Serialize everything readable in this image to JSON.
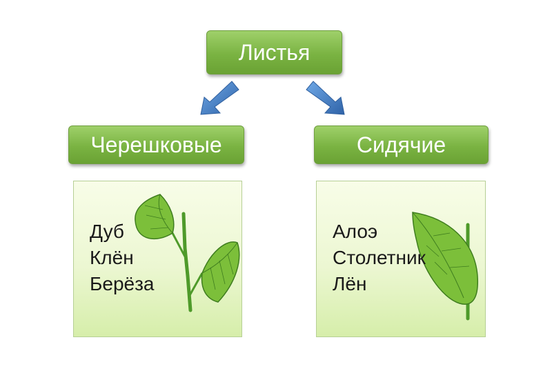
{
  "root": {
    "label": "Листья"
  },
  "categories": [
    {
      "label": "Черешковые",
      "examples": [
        "Дуб",
        "Клён",
        "Берёза"
      ]
    },
    {
      "label": "Сидячие",
      "examples": [
        "Алоэ",
        "Столетник",
        "Лён"
      ]
    }
  ],
  "colors": {
    "node_fill": "#7ab342",
    "arrow": "#3f7fc6",
    "panel_fill": "#ecf7d2",
    "leaf": "#7cbf3a",
    "stem": "#4e9a2a"
  }
}
